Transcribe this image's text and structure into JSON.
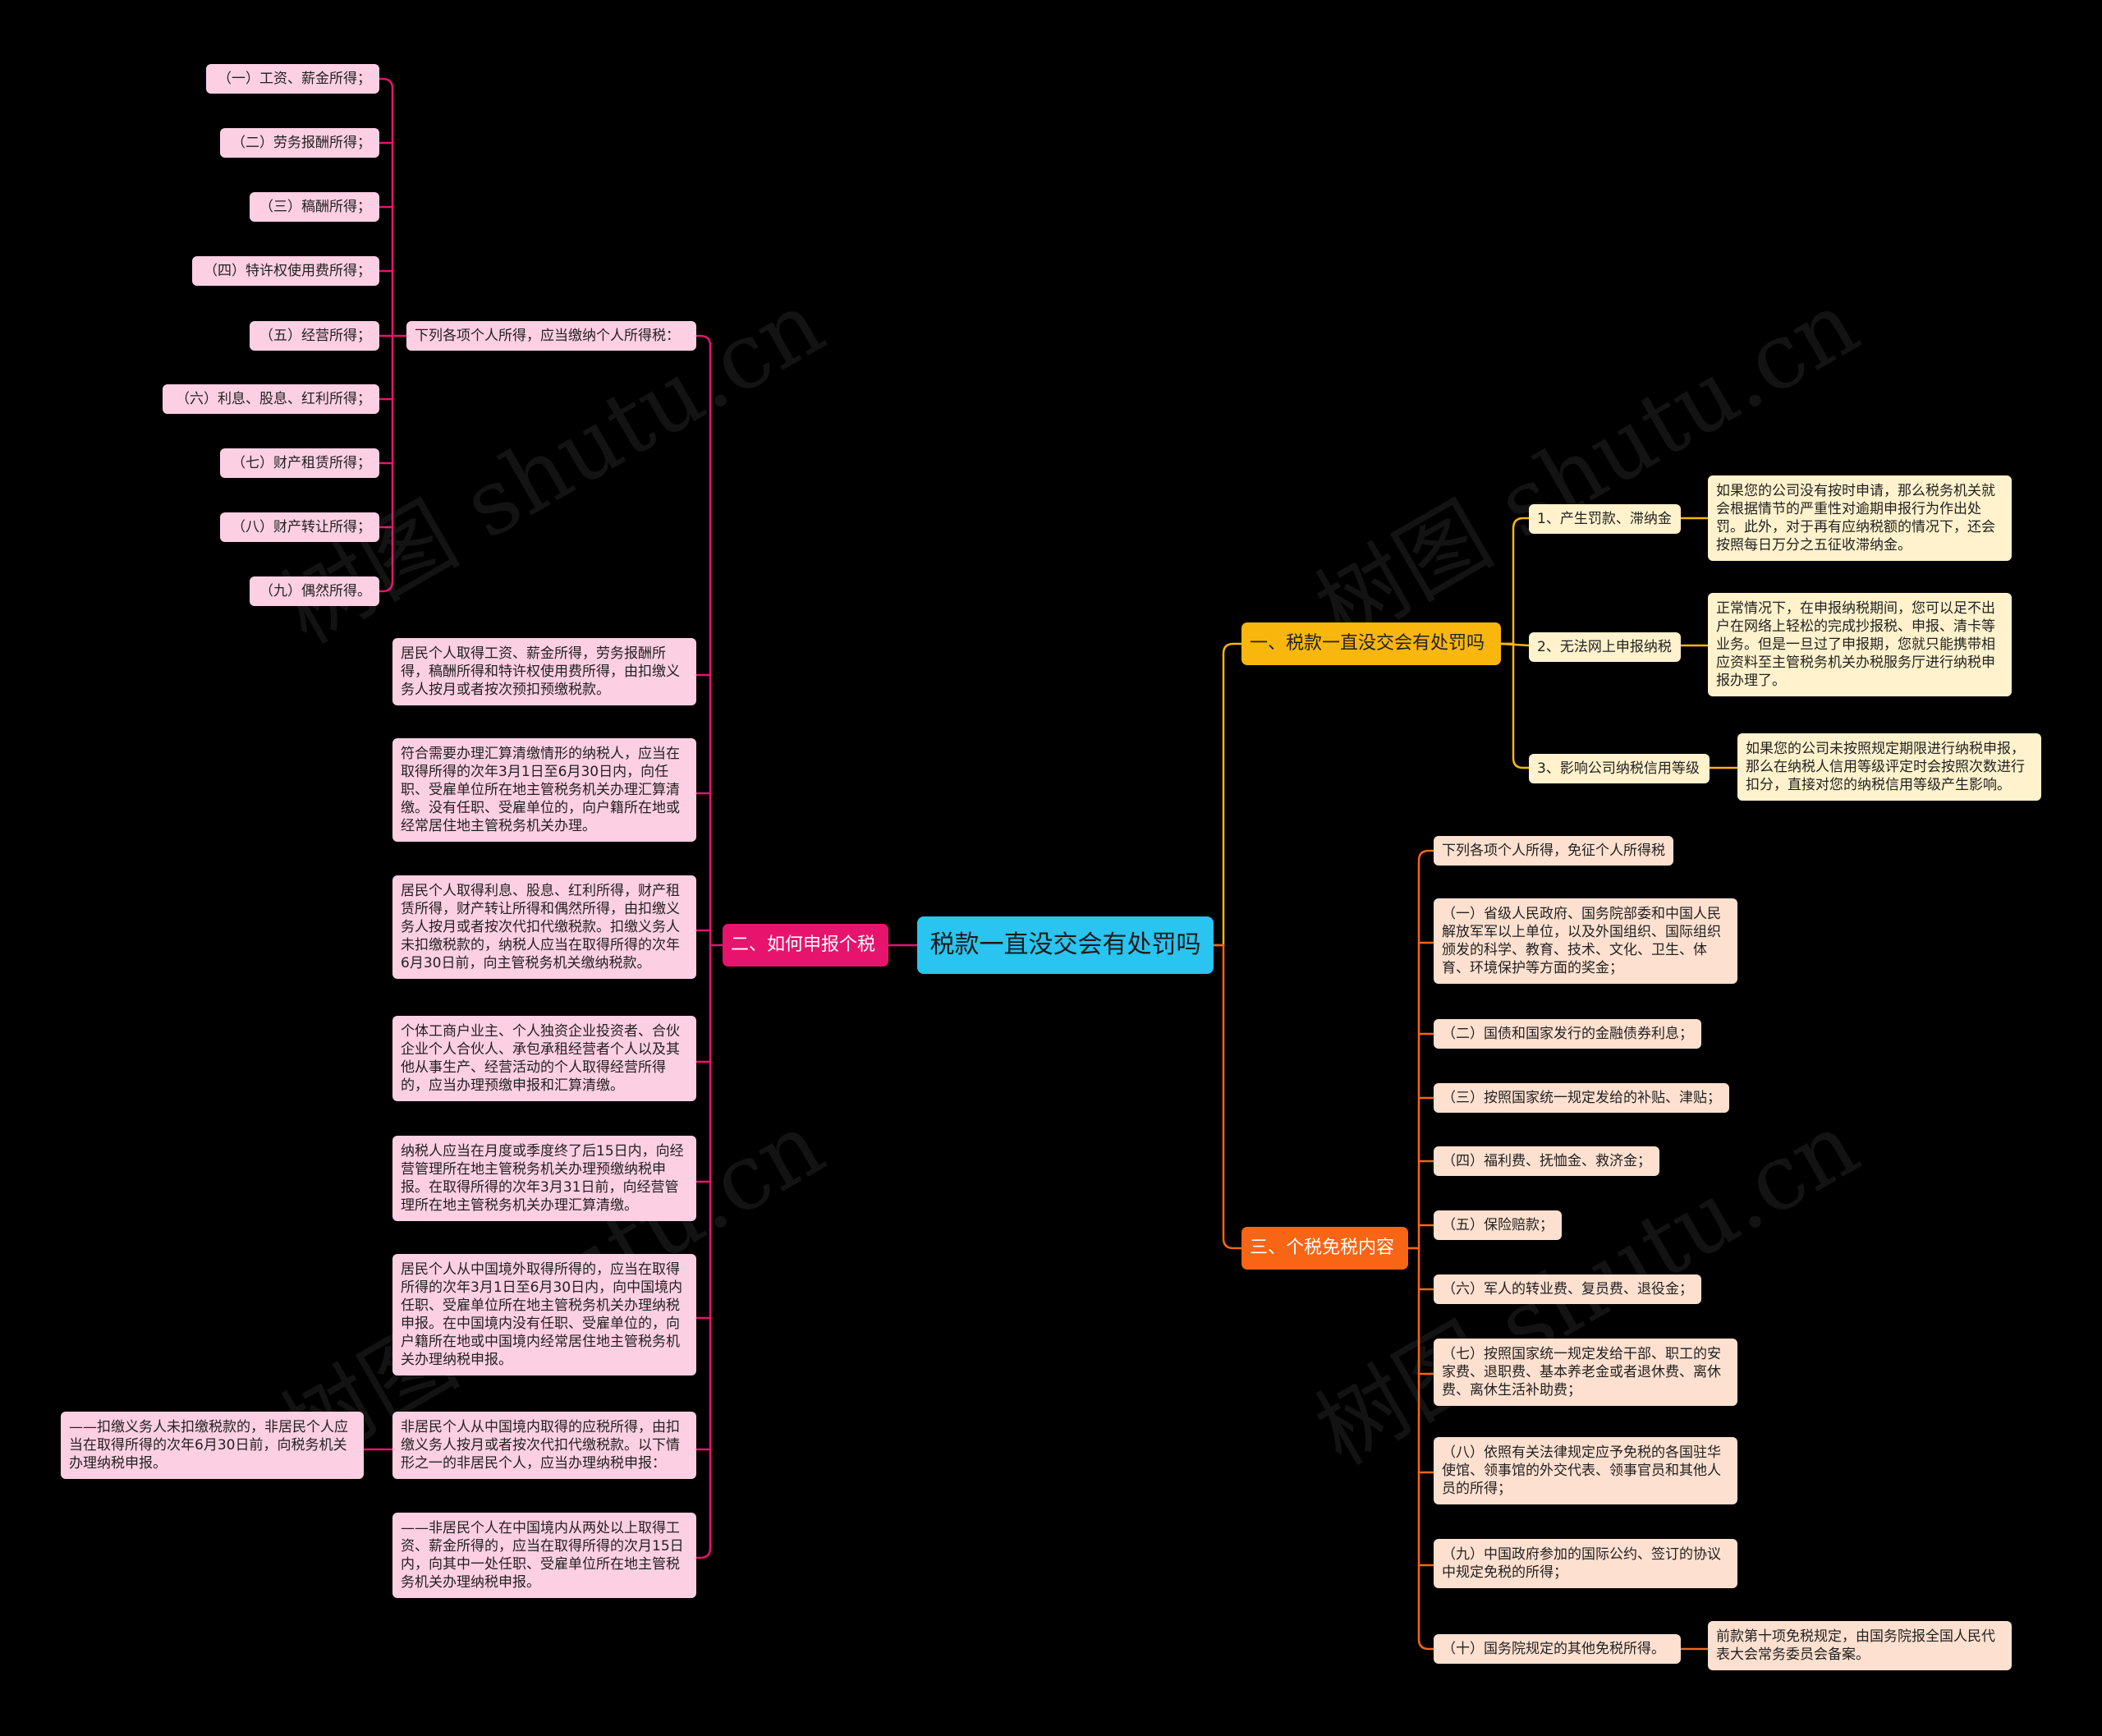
{
  "root": "税款一直没交会有处罚吗",
  "branch1": {
    "title": "一、税款一直没交会有处罚吗",
    "items": [
      {
        "label": "1、产生罚款、滞纳金",
        "detail": "如果您的公司没有按时申请，那么税务机关就会根据情节的严重性对逾期申报行为作出处罚。此外，对于再有应纳税额的情况下，还会按照每日万分之五征收滞纳金。"
      },
      {
        "label": "2、无法网上申报纳税",
        "detail": "正常情况下，在申报纳税期间，您可以足不出户在网络上轻松的完成抄报税、申报、清卡等业务。但是一旦过了申报期，您就只能携带相应资料至主管税务机关办税服务厅进行纳税申报办理了。"
      },
      {
        "label": "3、影响公司纳税信用等级",
        "detail": "如果您的公司未按照规定期限进行纳税申报，那么在纳税人信用等级评定时会按照次数进行扣分，直接对您的纳税信用等级产生影响。"
      }
    ]
  },
  "branch2": {
    "title": "二、如何申报个税",
    "intro": "下列各项个人所得，应当缴纳个人所得税：",
    "income_items": [
      "（一）工资、薪金所得；",
      "（二）劳务报酬所得；",
      "（三）稿酬所得；",
      "（四）特许权使用费所得；",
      "（五）经营所得；",
      "（六）利息、股息、红利所得；",
      "（七）财产租赁所得；",
      "（八）财产转让所得；",
      "（九）偶然所得。"
    ],
    "paragraphs": [
      "居民个人取得工资、薪金所得，劳务报酬所得，稿酬所得和特许权使用费所得，由扣缴义务人按月或者按次预扣预缴税款。",
      "符合需要办理汇算清缴情形的纳税人，应当在取得所得的次年3月1日至6月30日内，向任职、受雇单位所在地主管税务机关办理汇算清缴。没有任职、受雇单位的，向户籍所在地或经常居住地主管税务机关办理。",
      "居民个人取得利息、股息、红利所得，财产租赁所得，财产转让所得和偶然所得，由扣缴义务人按月或者按次代扣代缴税款。扣缴义务人未扣缴税款的，纳税人应当在取得所得的次年6月30日前，向主管税务机关缴纳税款。",
      "个体工商户业主、个人独资企业投资者、合伙企业个人合伙人、承包承租经营者个人以及其他从事生产、经营活动的个人取得经营所得的，应当办理预缴申报和汇算清缴。",
      "纳税人应当在月度或季度终了后15日内，向经营管理所在地主管税务机关办理预缴纳税申报。在取得所得的次年3月31日前，向经营管理所在地主管税务机关办理汇算清缴。",
      "居民个人从中国境外取得所得的，应当在取得所得的次年3月1日至6月30日内，向中国境内任职、受雇单位所在地主管税务机关办理纳税申报。在中国境内没有任职、受雇单位的，向户籍所在地或中国境内经常居住地主管税务机关办理纳税申报。",
      "非居民个人从中国境内取得的应税所得，由扣缴义务人按月或者按次代扣代缴税款。以下情形之一的非居民个人，应当办理纳税申报：",
      "——非居民个人在中国境内从两处以上取得工资、薪金所得的，应当在取得所得的次月15日内，向其中一处任职、受雇单位所在地主管税务机关办理纳税申报。"
    ],
    "sub_note": "——扣缴义务人未扣缴税款的，非居民个人应当在取得所得的次年6月30日前，向税务机关办理纳税申报。"
  },
  "branch3": {
    "title": "三、个税免税内容",
    "items": [
      "下列各项个人所得，免征个人所得税",
      "（一）省级人民政府、国务院部委和中国人民解放军军以上单位，以及外国组织、国际组织颁发的科学、教育、技术、文化、卫生、体育、环境保护等方面的奖金；",
      "（二）国债和国家发行的金融债券利息；",
      "（三）按照国家统一规定发给的补贴、津贴；",
      "（四）福利费、抚恤金、救济金；",
      "（五）保险赔款；",
      "（六）军人的转业费、复员费、退役金；",
      "（七）按照国家统一规定发给干部、职工的安家费、退职费、基本养老金或者退休费、离休费、离休生活补助费；",
      "（八）依照有关法律规定应予免税的各国驻华使馆、领事馆的外交代表、领事官员和其他人员的所得；",
      "（九）中国政府参加的国际公约、签订的协议中规定免税的所得；",
      "（十）国务院规定的其他免税所得。"
    ],
    "last_note": "前款第十项免税规定，由国务院报全国人民代表大会常务委员会备案。"
  },
  "watermark": "树图 shutu.cn",
  "colors": {
    "root": "#29c4f0",
    "branch1": "#f9b70e",
    "branch2": "#e8136d",
    "branch3": "#f86514",
    "background": "#000000"
  }
}
